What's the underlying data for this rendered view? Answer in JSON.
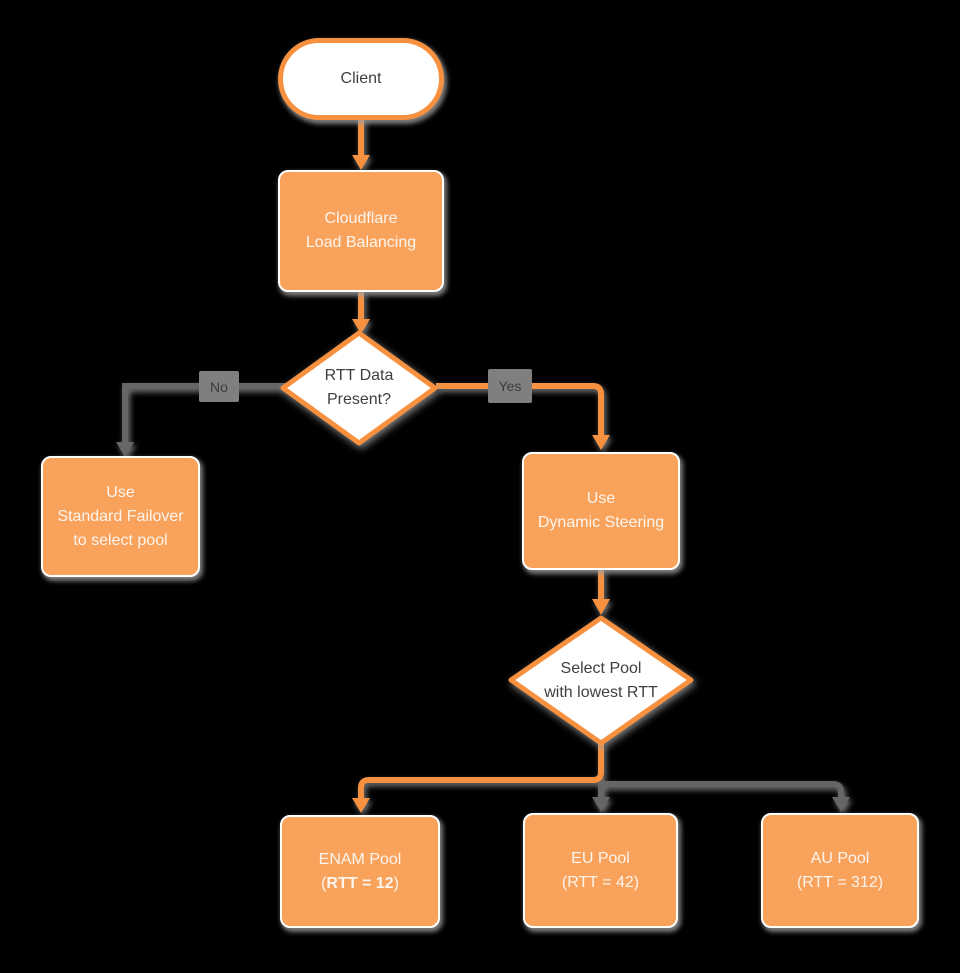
{
  "diagram_title": "Cloudflare Load Balancing dynamic steering flowchart",
  "colors": {
    "background": "#000000",
    "node_fill_orange": "#F9A25C",
    "node_border_white": "#FFFFFF",
    "accent_orange_line": "#F7913F",
    "gray_line": "#666666",
    "edge_label_bg": "#7F7F7F",
    "dark_text": "#3F3F3F",
    "light_text": "#FCF5EE",
    "shadow_gray": "#9E9E9E"
  },
  "nodes": {
    "client": {
      "label": "Client"
    },
    "load_balancer": {
      "line1": "Cloudflare",
      "line2": "Load Balancing"
    },
    "rtt_decision": {
      "line1": "RTT Data",
      "line2": "Present?"
    },
    "standard_failover": {
      "line1": "Use",
      "line2": "Standard Failover",
      "line3": "to select pool"
    },
    "dynamic_steering": {
      "line1": "Use",
      "line2": "Dynamic Steering"
    },
    "pool_decision": {
      "line1": "Select Pool",
      "line2": "with lowest RTT"
    },
    "enam_pool": {
      "line1": "ENAM Pool",
      "line2_open": "(",
      "line2_bold": "RTT = 12",
      "line2_close": ")"
    },
    "eu_pool": {
      "line1": "EU Pool",
      "line2": "(RTT = 42)"
    },
    "au_pool": {
      "line1": "AU Pool",
      "line2": "(RTT = 312)"
    }
  },
  "edges": {
    "no_label": "No",
    "yes_label": "Yes"
  }
}
